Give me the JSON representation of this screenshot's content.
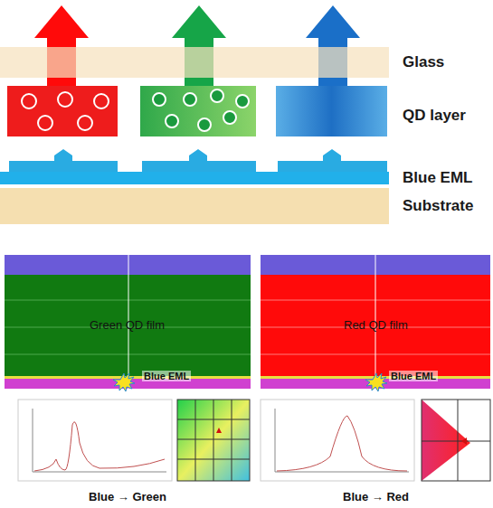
{
  "diagram": {
    "nodes": [
      {
        "text": [
          "Glass"
        ]
      },
      {
        "text": [
          "Blue EML"
        ]
      },
      {
        "text": [
          "Substrate"
        ]
      },
      {
        "text": [
          "Green QD film",
          "Blue EML"
        ]
      },
      {
        "text": [
          "Red QD film",
          "Blue EML"
        ]
      }
    ],
    "labels": [
      "QD layer",
      "Blue → Green",
      "Blue → Red"
    ]
  }
}
